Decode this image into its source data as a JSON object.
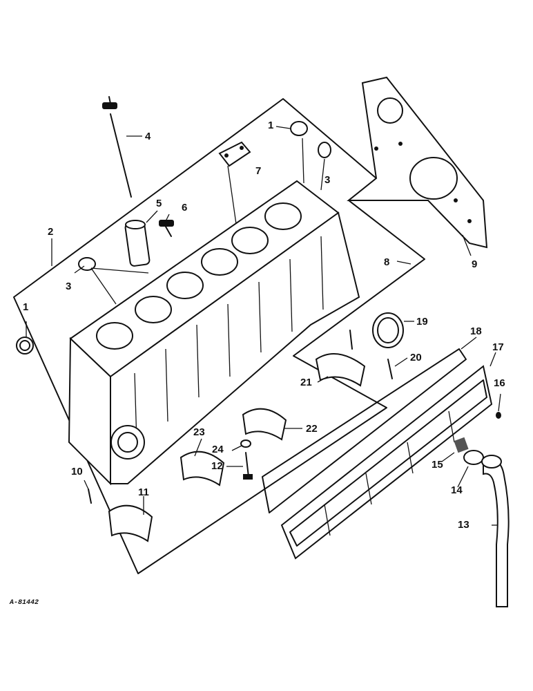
{
  "diagram": {
    "caption": "A-81442",
    "callouts": [
      {
        "id": "1a",
        "text": "1"
      },
      {
        "id": "1b",
        "text": "1"
      },
      {
        "id": "2",
        "text": "2"
      },
      {
        "id": "3a",
        "text": "3"
      },
      {
        "id": "3b",
        "text": "3"
      },
      {
        "id": "4",
        "text": "4"
      },
      {
        "id": "5",
        "text": "5"
      },
      {
        "id": "6",
        "text": "6"
      },
      {
        "id": "7",
        "text": "7"
      },
      {
        "id": "8",
        "text": "8"
      },
      {
        "id": "9",
        "text": "9"
      },
      {
        "id": "10",
        "text": "10"
      },
      {
        "id": "11",
        "text": "11"
      },
      {
        "id": "12",
        "text": "12"
      },
      {
        "id": "13",
        "text": "13"
      },
      {
        "id": "14",
        "text": "14"
      },
      {
        "id": "15",
        "text": "15"
      },
      {
        "id": "16",
        "text": "16"
      },
      {
        "id": "17",
        "text": "17"
      },
      {
        "id": "18",
        "text": "18"
      },
      {
        "id": "19",
        "text": "19"
      },
      {
        "id": "20",
        "text": "20"
      },
      {
        "id": "21",
        "text": "21"
      },
      {
        "id": "22",
        "text": "22"
      },
      {
        "id": "23",
        "text": "23"
      },
      {
        "id": "24",
        "text": "24"
      }
    ]
  }
}
